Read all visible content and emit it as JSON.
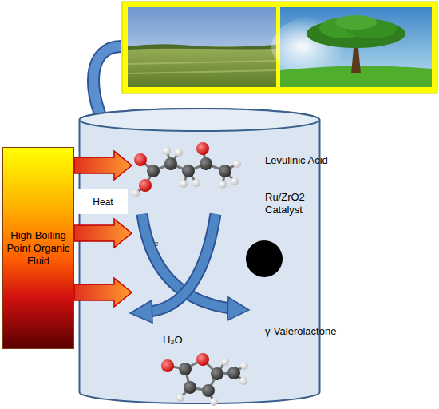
{
  "diagram": {
    "nodes": [
      {
        "text": [
          "High Boiling Point Organic Fluid"
        ]
      },
      {
        "text": [
          "Heat"
        ]
      },
      {
        "text": [
          "Levulinic Acid",
          "Ru/ZrO2 Catalyst",
          "H₂",
          "H₂O",
          "γ-Valerolactone"
        ]
      }
    ],
    "edges": [
      {
        "from": 0,
        "to": 2,
        "arrow": "to"
      },
      {
        "from": 0,
        "to": 2,
        "arrow": "to"
      },
      {
        "from": 0,
        "to": 2,
        "arrow": "to"
      }
    ]
  }
}
